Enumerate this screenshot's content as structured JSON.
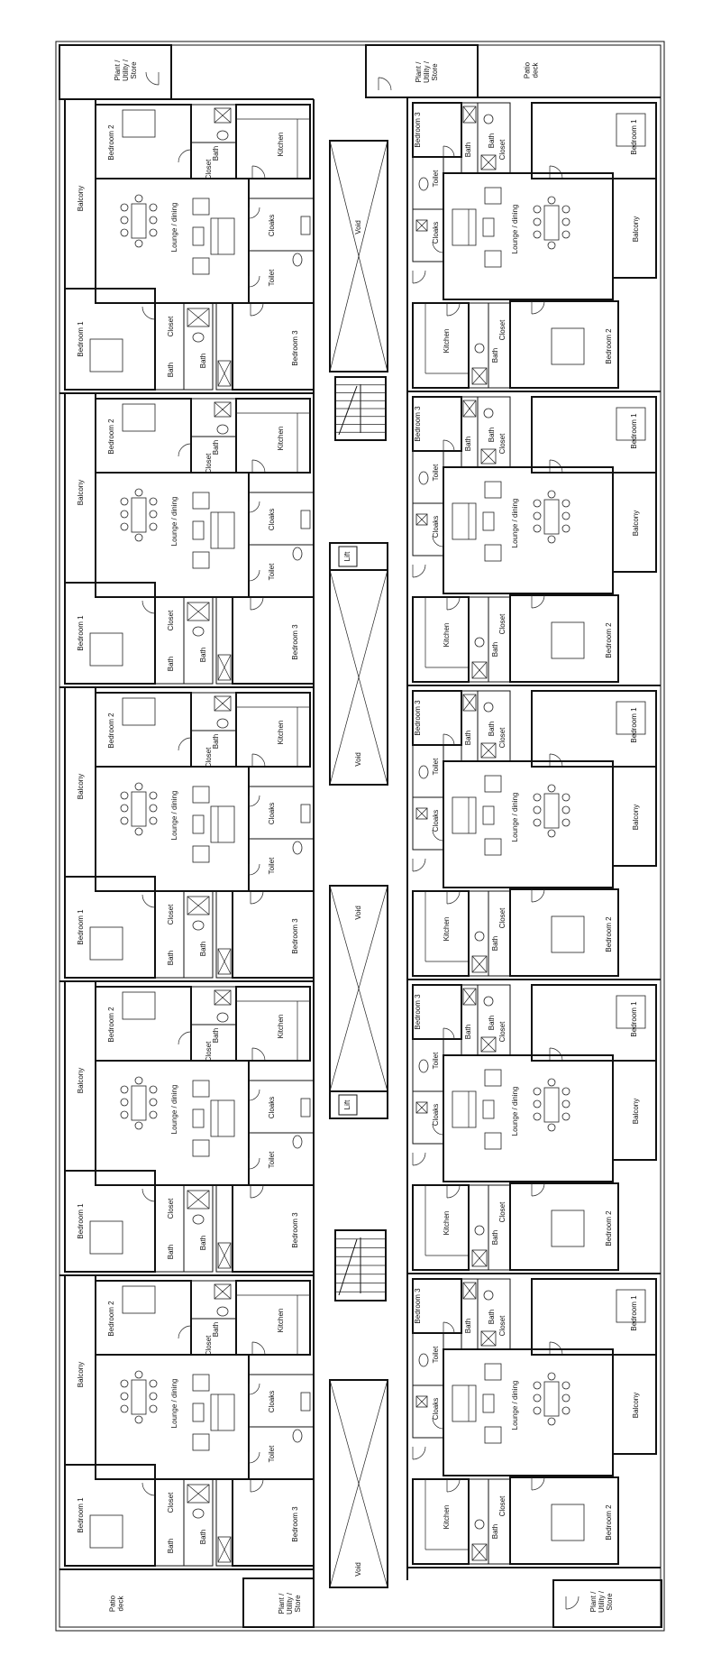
{
  "labels": {
    "bedroom1": "Bedroom 1",
    "bedroom2": "Bedroom 2",
    "bedroom3": "Bedroom 3",
    "balcony": "Balcony",
    "lounge": "Lounge / dining",
    "kitchen": "Kitchen",
    "bath": "Bath",
    "closet": "Closet",
    "cloaks": "Cloaks",
    "toilet": "Toilet",
    "void": "Void",
    "lift": "Lift",
    "plant": "Plant / Utility / Store",
    "patio": "Patio deck"
  }
}
